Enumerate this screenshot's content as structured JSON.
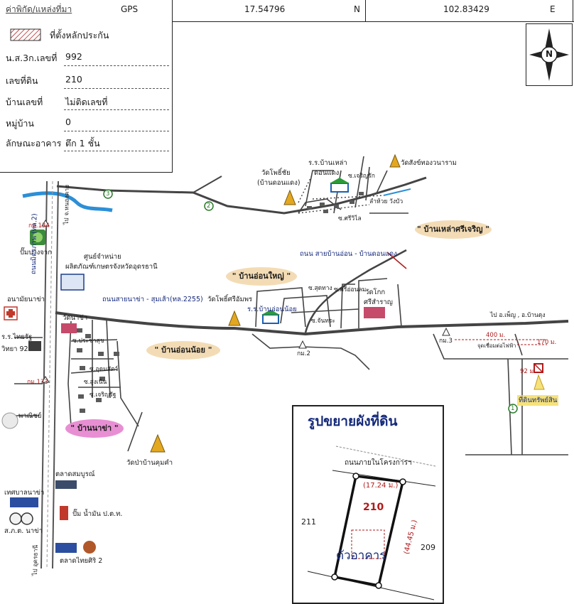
{
  "header": {
    "label": "ค่าพิกัด/แหล่งที่มา",
    "source": "GPS",
    "latitude": "17.54796",
    "lat_dir": "N",
    "longitude": "102.83429",
    "lon_dir": "E"
  },
  "info": {
    "legend_label": "ที่ตั้งหลักประกัน",
    "deed_label": "น.ส.3ก.เลขที่",
    "deed_value": "992",
    "land_no_label": "เลขที่ดิน",
    "land_no_value": "210",
    "house_no_label": "บ้านเลขที่",
    "house_no_value": "ไม่ติดเลขที่",
    "moo_label": "หมู่บ้าน",
    "moo_value": "0",
    "building_label": "ลักษณะอาคาร",
    "building_value": "ตึก 1 ชั้น"
  },
  "compass_letter": "N",
  "map_labels": {
    "wat_pho_chai": "วัดโพธิ์ชัย",
    "ban_non_daeng_paren": "(บ้านดอนแดง)",
    "school_ban_lao": "ร.ร.บ้านเหล่า",
    "don_daeng": "ดอนแดง",
    "wat_sang_thong": "วัดสังข์ทองวนาราม",
    "soi_charoen": "ซ.เจริญรัก",
    "soi_si_wilai": "ซ.ศรีวิไล",
    "lam_huai": "ลำห้วย วังบัว",
    "ban_lao_si_charoen": "\" บ้านเหล่าศรีเจริญ \"",
    "rd_ban_on_don_daeng": "ถนน สายบ้านอ่อน - บ้านดอนแดง",
    "ban_on_yai": "\" บ้านอ่อนใหญ่ \"",
    "ban_on_noi": "\" บ้านอ่อนน้อย \"",
    "ban_na_kha": "\" บ้านนาข่า \"",
    "ag_center": "ศูนย์จำหน่าย",
    "ag_center2": "ผลิตภัณฑ์เกษตรจังหวัดอุดรธานี",
    "rd_nakha_sumsao": "ถนนสายนาข่า - สุมเส้า(ทล.2255)",
    "wat_pho_si": "วัดโพธิ์ศรีอัมพร",
    "school_ban_on_noi": "ร.ร.บ้านอ่อนน้อย",
    "wat_ko_si": "วัดโกก",
    "wat_ko_si2": "ศรีสำราญ",
    "soi_chantra": "ซ.จันทระ",
    "soi_sut": "ซ.สุดทาง",
    "soi_si_lom": "ซ.ศรีอ่อนลม",
    "to_phen": "ไป อ.เพ็ญ , อ.บ้านดุง",
    "km2": "กม.2",
    "km3": "กม.3",
    "dist_400": "400 ม.",
    "dist_170": "170 ม.",
    "elec_point": "จุดเชื่อมต่อไฟฟ้า",
    "dist_92": "92 ม.",
    "land_loc": "ที่ดินทรัพย์สิน",
    "km134": "กม.134",
    "km133": "กม.133",
    "bangchak": "ปั๊มบางจาก",
    "health": "อนามัยนาข่า",
    "wat_nakha": "วัดนาข่า",
    "soi_prachasuk": "ซ.ประชาสุข",
    "school_thairat": "ร.ร.ไทยรัฐ",
    "witthaya92": "วิทยา 92",
    "soi_udon_sat": "ซ.อุดมสัตว์",
    "soi_sungnoen": "ซ.สูงเนิน",
    "soi_charoen_rat": "ซ.เจริญรัฐ",
    "panich": "พาณิชย์",
    "wat_pa_ban_khum_kham": "วัดป่าบ้านคุมคำ",
    "market_sombun": "ตลาดสมบูรณ์",
    "tesaban_nakha": "เทศบาลนาข่า",
    "saktor_nakha": "ส.ภ.ต. นาข่า",
    "ptt_pump": "ปั๊ม น้ำมัน ป.ต.ท.",
    "market_thai_siri": "ตลาดไทยศิริ 2",
    "highway": "ถนนมิตรภาพ (ทล.2)",
    "to_nongkhai": "ไป จ.หนองคาย",
    "to_udon": "ไป อุดรธานี",
    "circle_1": "1",
    "circle_2": "2",
    "circle_3": "3"
  },
  "inset": {
    "title": "รูปขยายผังที่ดิน",
    "road": "ถนนภายในโครงการฯ",
    "top_width": "(17.24 ม.)",
    "side_length": "(44.45 ม.)",
    "plot_no": "210",
    "building": "ตัวอาคาร",
    "left_neighbor": "211",
    "right_neighbor": "209"
  },
  "colors": {
    "road": "#3b3b3b",
    "water": "#2d8fd6",
    "label_red": "#b01a1a",
    "callout_bg": "#f3dcb5",
    "callout_pink": "#e88fd3",
    "navy": "#15297a"
  }
}
